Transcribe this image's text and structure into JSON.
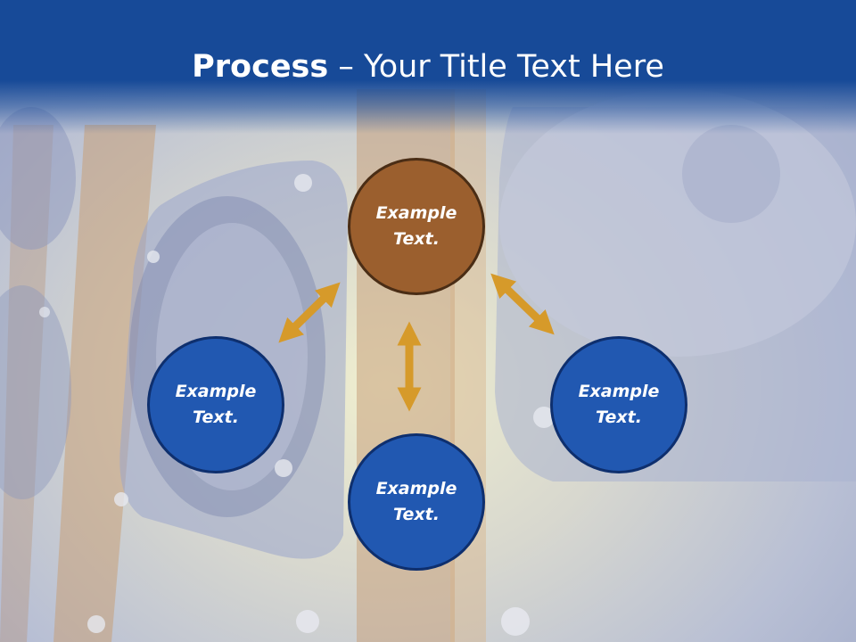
{
  "slide": {
    "title_bold": "Process",
    "title_rest": " – Your Title Text Here"
  },
  "colors": {
    "title_bar": "#174a98",
    "center_node": "#9b5f2e",
    "outer_node": "#2158b1",
    "arrow": "#d69a2a"
  },
  "nodes": [
    {
      "id": "top",
      "line1": "Example",
      "line2": "Text."
    },
    {
      "id": "left",
      "line1": "Example",
      "line2": "Text."
    },
    {
      "id": "bottom",
      "line1": "Example",
      "line2": "Text."
    },
    {
      "id": "right",
      "line1": "Example",
      "line2": "Text."
    }
  ]
}
